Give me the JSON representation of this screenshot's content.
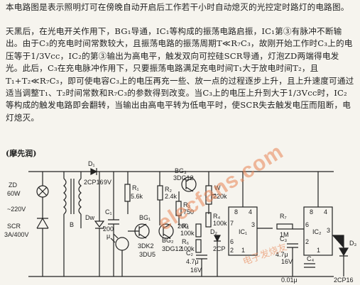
{
  "text": {
    "p1": "本电路图是表示照明灯可在傍晚自动开启后工作若干小时自动熄灭的光控定时路灯的电路图。",
    "p2": "天黑后，在光电开关作用下，BG₁导通，IC₁等构成的振荡电路启振，IC₁第③有脉冲不断输出。由于C₃的充电时间常数较大，且振荡电路的振荡周期T≪R₇C₃，故刚开始工作时C₃上的电压等于1/3Vcc，IC₂的第③输出为高电平，触发双向可控硅SCR导通，灯泡ZD两端得电发光。此后，C₃在充电脉冲作用下，只要振荡电路满足充电时间T₁大于放电时间T₂，且T₁+T₂≪R₇C₃，即可使电容C₃上的电压再充一些、放一点的过程逐步上升，且上升速度可通过适当调整T₁、T₂时间常数和R₇C₃的参数得到改变。当C₃上的电压上升到大于1/3Vcc时，IC₂等构成的触发电路即会翻转，当输出由高电平转为低电平时，使SCR失去触发电压而阻断，电灯熄灭。",
    "author": "(摩先润)"
  },
  "labels": {
    "zd": "ZD",
    "zd_power": "60W",
    "mains": "~220V",
    "scr": "SCR",
    "scr_rating": "3A/400V",
    "b": "B",
    "d1": "D₁",
    "d1_type": "2CP16",
    "v9": "9V",
    "dw": "Dw",
    "c1": "C₁",
    "c1_val": "200",
    "c1_unit": "μ",
    "r1": "R₁",
    "r1_val": "5.6k",
    "r2": "R₂",
    "r2_val": "2.4k",
    "r3": "R₃",
    "r3_val": "750",
    "r4": "R₄",
    "r4_val": "100k",
    "r5": "R₅",
    "r5_val": "100k",
    "r6": "R₆",
    "r6_val": "100k",
    "r7": "R₇",
    "r7_val": "1M",
    "w": "W",
    "w_val": "220k",
    "bg1": "BG₁",
    "bg1_type": "3DK2",
    "bg2": "BG₂",
    "bg2_type": "3DG12",
    "bg3": "BG₃",
    "bg3_type": "3DG12",
    "bg_u": "3DU5",
    "r_200": "200",
    "c2": "C₂",
    "c2_val": "4.7μ",
    "c2_v": "16V",
    "c3": "C₃",
    "c3_val": "4.7μ",
    "c3_v": "16V",
    "c4": "C₄",
    "c4_val": "0.01μ",
    "d2": "D₂",
    "d2_type": "2CP",
    "d3": "D₃",
    "d3_type": "2CP16",
    "ic1": "IC₁",
    "ic2": "IC₂",
    "pin8": "8",
    "pin4": "4",
    "pin7": "7",
    "pin6": "6",
    "pin2": "2",
    "pin3": "3",
    "pin1": "1"
  },
  "watermark": {
    "main": "elecfans.com",
    "sub": "电子发烧友"
  },
  "colors": {
    "ink": "#222222",
    "paper": "#f6f4ee",
    "watermark": "#e88454"
  }
}
